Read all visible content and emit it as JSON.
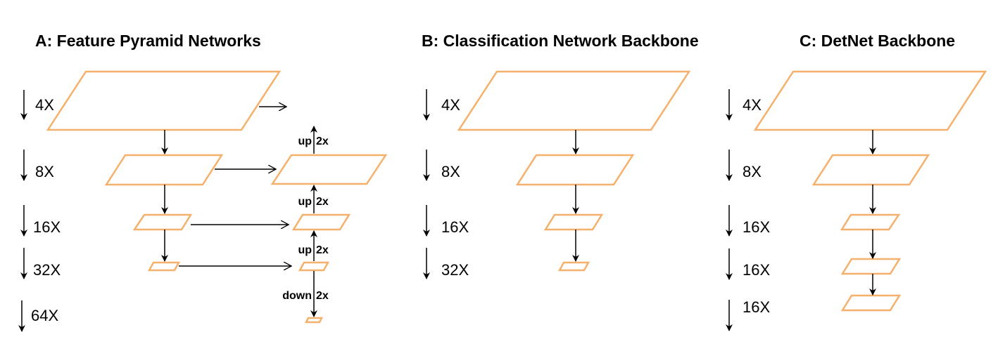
{
  "colors": {
    "feature_map_stroke": "#f5b06b",
    "arrow": "#000000",
    "background": "#ffffff"
  },
  "panels": {
    "a": {
      "title": "A: Feature Pyramid Networks",
      "scales": [
        "4X",
        "8X",
        "16X",
        "32X",
        "64X"
      ],
      "ops": [
        {
          "word": "up",
          "factor": "2x"
        },
        {
          "word": "up",
          "factor": "2x"
        },
        {
          "word": "up",
          "factor": "2x"
        },
        {
          "word": "down",
          "factor": "2x"
        }
      ]
    },
    "b": {
      "title": "B: Classification Network Backbone",
      "scales": [
        "4X",
        "8X",
        "16X",
        "32X"
      ]
    },
    "c": {
      "title": "C: DetNet Backbone",
      "scales": [
        "4X",
        "8X",
        "16X",
        "16X",
        "16X"
      ]
    }
  }
}
